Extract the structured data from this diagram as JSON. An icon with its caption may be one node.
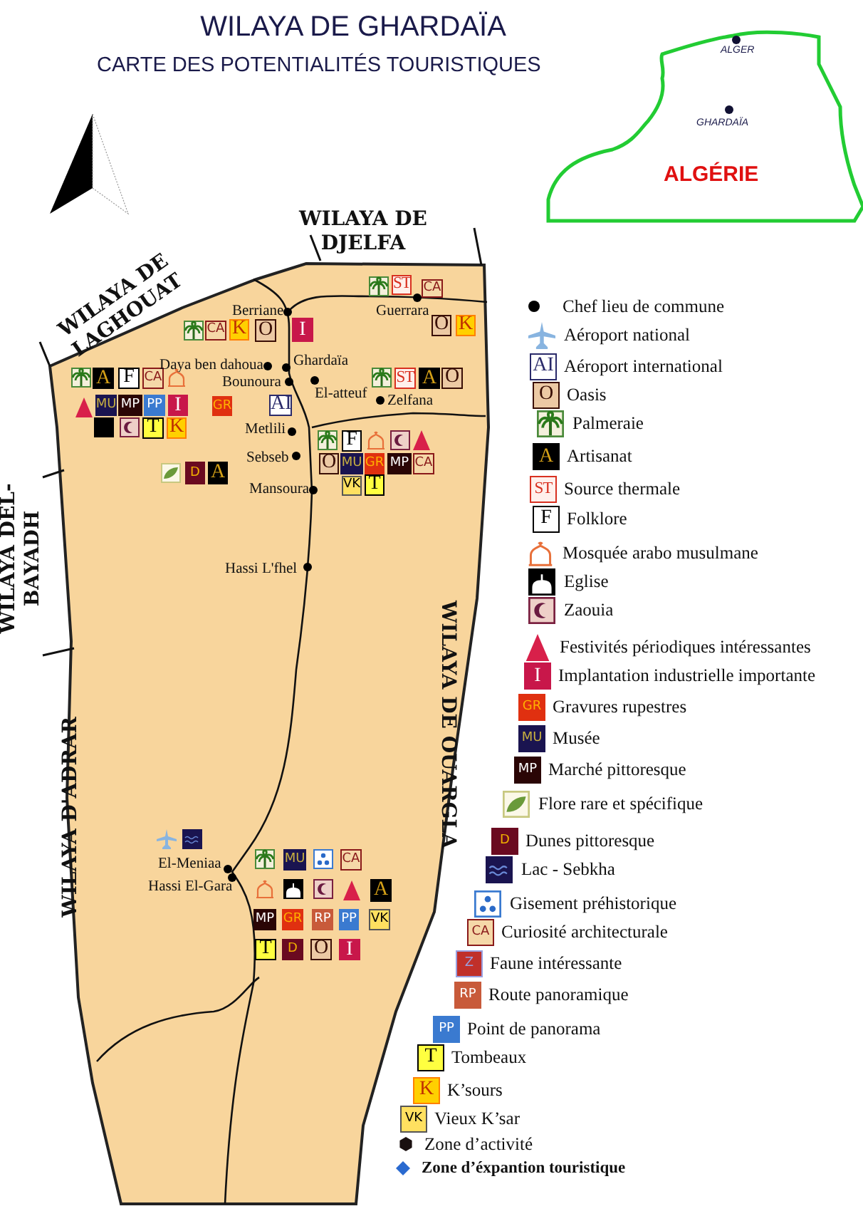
{
  "diagram": {
    "title": "WILAYA DE GHARDAÏA",
    "labels": [
      "CARTE DES POTENTIALITÉS TOURISTIQUES",
      "ALGER",
      "GHARDAÏA",
      "ALGÉRIE",
      "WILAYA DE DJELFA",
      "WILAYA DE LAGHOUAT",
      "ST",
      "CA",
      "Berriane",
      "Guerrara",
      "CA",
      "K",
      "O",
      "I",
      "O",
      "K",
      "A",
      "F",
      "CA",
      "Daya ben dahoua",
      "Ghardaïa",
      "Bounoura",
      "El-atteuf",
      "ST",
      "A",
      "O",
      "MU",
      "MP",
      "PP",
      "I",
      "GR",
      "AI",
      "Zelfana",
      "T",
      "K",
      "Metlili",
      "F",
      "O",
      "MU",
      "GR",
      "MP",
      "CA",
      "Sebseb",
      "D",
      "A",
      "VK",
      "T",
      "Mansoura",
      "Hassi L'fhel",
      "WILAYA DEL-BAYADH",
      "WILAYA D'ADRAR",
      "WILAYA DE OUARGLA",
      "El-Meniaa",
      "MU",
      "CA",
      "Hassi El-Gara",
      "A",
      "MP",
      "GR",
      "RP",
      "PP",
      "VK",
      "T",
      "D",
      "O",
      "I",
      "AI",
      "O",
      "A",
      "ST",
      "F",
      "I",
      "GR",
      "MU",
      "MP",
      "D",
      "CA",
      "Z",
      "RP",
      "PP",
      "T",
      "K",
      "VK"
    ],
    "legend": [
      {
        "text": "Chef lieu de commune"
      },
      {
        "text": "Aéroport national"
      },
      {
        "text": "Aéroport international"
      },
      {
        "text": "Oasis"
      },
      {
        "text": "Palmeraie"
      },
      {
        "text": "Artisanat"
      },
      {
        "text": "Source thermale"
      },
      {
        "text": "Folklore"
      },
      {
        "text": "Mosquée arabo musulmane"
      },
      {
        "text": "Eglise"
      },
      {
        "text": "Zaouia"
      },
      {
        "text": "Festivités périodiques intéressantes"
      },
      {
        "text": "Implantation industrielle importante"
      },
      {
        "text": "Gravures rupestres"
      },
      {
        "text": "Musée"
      },
      {
        "text": "Marché pittoresque"
      },
      {
        "text": "Flore rare et spécifique"
      },
      {
        "text": "Dunes pittoresque"
      },
      {
        "text": "Lac - Sebkha"
      },
      {
        "text": "Gisement préhistorique"
      },
      {
        "text": "Curiosité architecturale"
      },
      {
        "text": "Faune intéressante"
      },
      {
        "text": "Route panoramique"
      },
      {
        "text": "Point de panorama"
      },
      {
        "text": "Tombeaux"
      },
      {
        "text": "K’sours"
      },
      {
        "text": "Vieux K’sar"
      },
      {
        "text": "Zone d’activité"
      },
      {
        "text": "Zone d’éxpantion touristique"
      }
    ]
  }
}
